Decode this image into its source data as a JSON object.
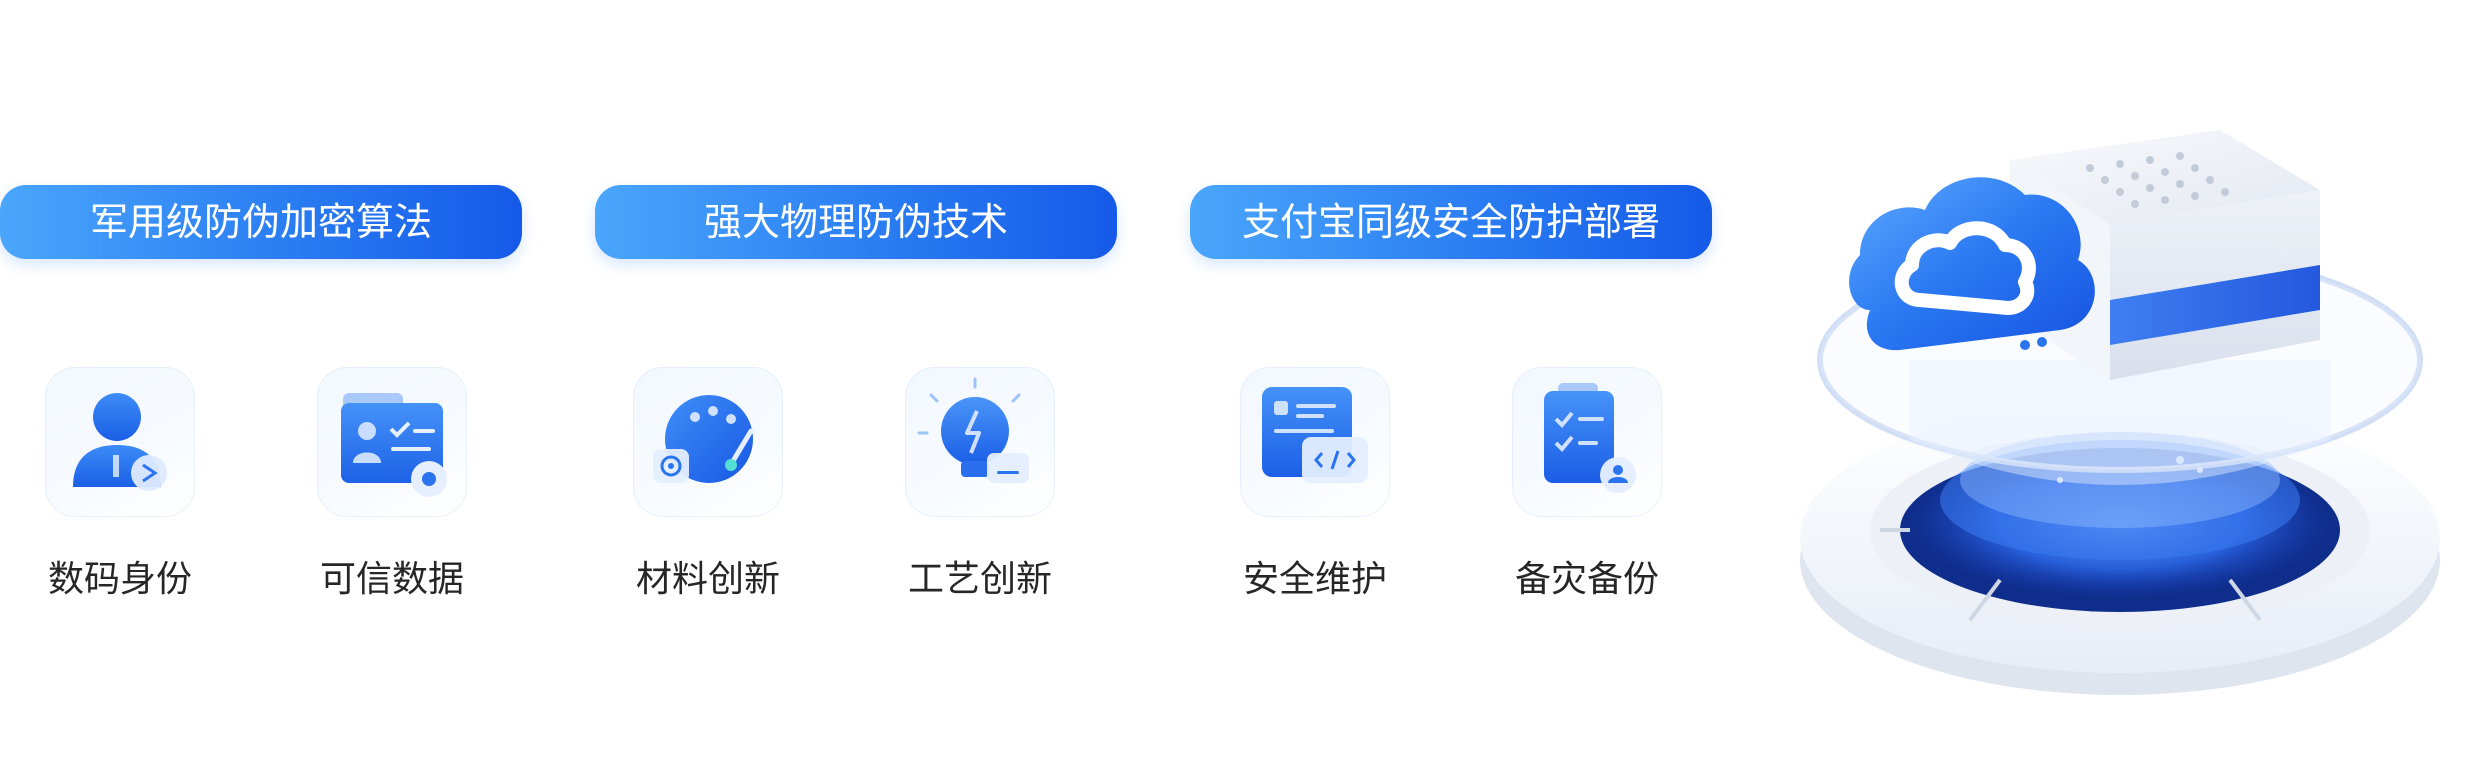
{
  "sections": [
    {
      "title": "军用级防伪加密算法",
      "items": [
        {
          "label": "数码身份",
          "icon": "digital-identity-icon"
        },
        {
          "label": "可信数据",
          "icon": "trusted-data-icon"
        }
      ]
    },
    {
      "title": "强大物理防伪技术",
      "items": [
        {
          "label": "材料创新",
          "icon": "material-palette-icon"
        },
        {
          "label": "工艺创新",
          "icon": "lightbulb-icon"
        }
      ]
    },
    {
      "title": "支付宝同级安全防护部署",
      "items": [
        {
          "label": "安全维护",
          "icon": "code-maintenance-icon"
        },
        {
          "label": "备灾备份",
          "icon": "backup-clipboard-icon"
        }
      ]
    }
  ],
  "colors": {
    "pill_start": "#4aa6fb",
    "pill_end": "#155ae8",
    "icon_primary": "#2b74ef",
    "label_text": "#262626"
  },
  "illustration": {
    "icon": "cloud-server-icon"
  }
}
